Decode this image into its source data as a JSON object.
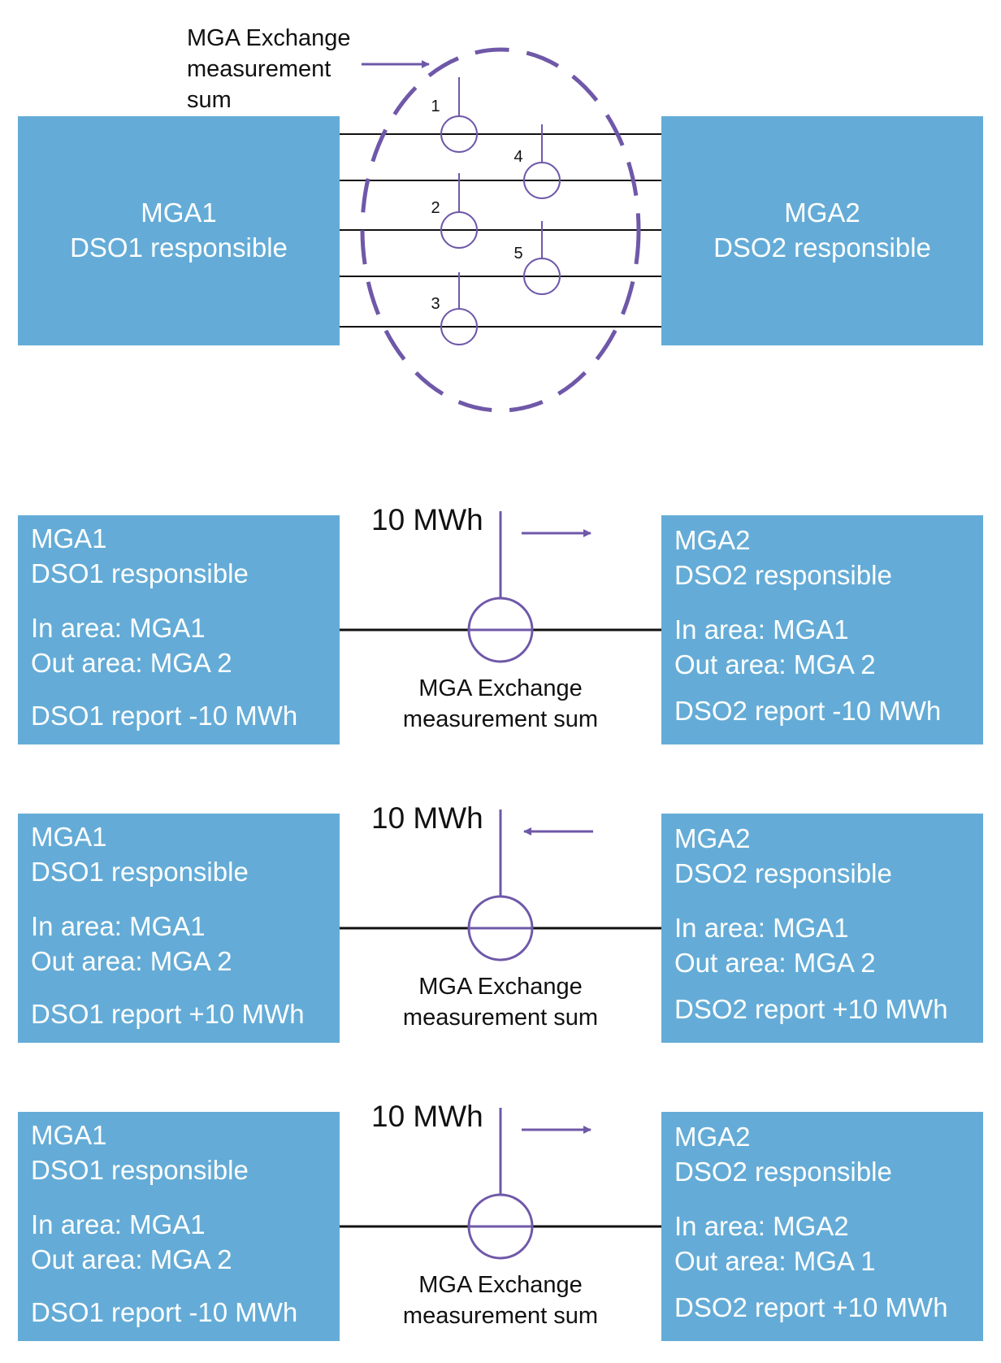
{
  "colors": {
    "box_fill": "#64acd7",
    "accent_purple": "#6f58a8",
    "line": "#111111",
    "box_text": "#ffffff"
  },
  "top": {
    "callout_lines": [
      "MGA Exchange",
      "measurement",
      "sum"
    ],
    "left_box": {
      "lines": [
        "MGA1",
        "DSO1 responsible"
      ]
    },
    "right_box": {
      "lines": [
        "MGA2",
        "DSO2 responsible"
      ]
    },
    "meters": [
      "1",
      "2",
      "3",
      "4",
      "5"
    ]
  },
  "scenarios": [
    {
      "amount": "10 MWh",
      "arrow_direction": "right",
      "left": {
        "title": "MGA1",
        "responsible": "DSO1 responsible",
        "in_area": "In area: MGA1",
        "out_area": "Out area: MGA 2",
        "report": "DSO1 report -10 MWh"
      },
      "right": {
        "title": "MGA2",
        "responsible": "DSO2 responsible",
        "in_area": "In area: MGA1",
        "out_area": "Out area: MGA 2",
        "report": "DSO2 report -10 MWh"
      },
      "caption": [
        "MGA Exchange",
        "measurement sum"
      ]
    },
    {
      "amount": "10 MWh",
      "arrow_direction": "left",
      "left": {
        "title": "MGA1",
        "responsible": "DSO1 responsible",
        "in_area": "In area: MGA1",
        "out_area": "Out area: MGA 2",
        "report": "DSO1 report +10 MWh"
      },
      "right": {
        "title": "MGA2",
        "responsible": "DSO2 responsible",
        "in_area": "In area: MGA1",
        "out_area": "Out area: MGA 2",
        "report": "DSO2 report +10 MWh"
      },
      "caption": [
        "MGA Exchange",
        "measurement sum"
      ]
    },
    {
      "amount": "10 MWh",
      "arrow_direction": "right",
      "left": {
        "title": "MGA1",
        "responsible": "DSO1 responsible",
        "in_area": "In area: MGA1",
        "out_area": "Out area: MGA 2",
        "report": "DSO1 report -10 MWh"
      },
      "right": {
        "title": "MGA2",
        "responsible": "DSO2 responsible",
        "in_area": "In area: MGA2",
        "out_area": "Out area: MGA 1",
        "report": "DSO2 report +10 MWh"
      },
      "caption": [
        "MGA Exchange",
        "measurement sum"
      ]
    }
  ]
}
